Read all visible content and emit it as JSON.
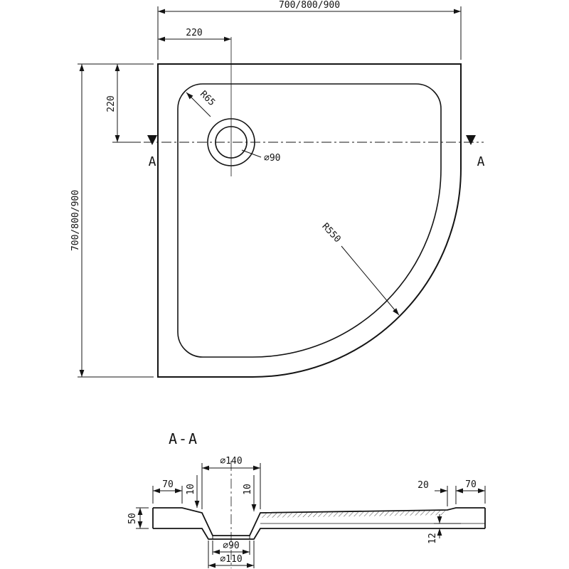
{
  "top_view": {
    "width_dim": "700/800/900",
    "height_dim": "700/800/900",
    "drain_offset_x": "220",
    "drain_offset_y": "220",
    "drain_dia": "⌀90",
    "inner_radius": "R65",
    "corner_radius": "R550",
    "section_label_left": "A",
    "section_label_right": "A"
  },
  "section_view": {
    "title": "A-A",
    "recess_top_dia": "⌀140",
    "left_rim": "70",
    "depth_left": "10",
    "depth_right": "10",
    "right_step": "20",
    "right_rim": "70",
    "total_height": "50",
    "bottom_thickness": "12",
    "drain_hole_dia": "⌀90",
    "recess_bottom_dia": "⌀110"
  }
}
